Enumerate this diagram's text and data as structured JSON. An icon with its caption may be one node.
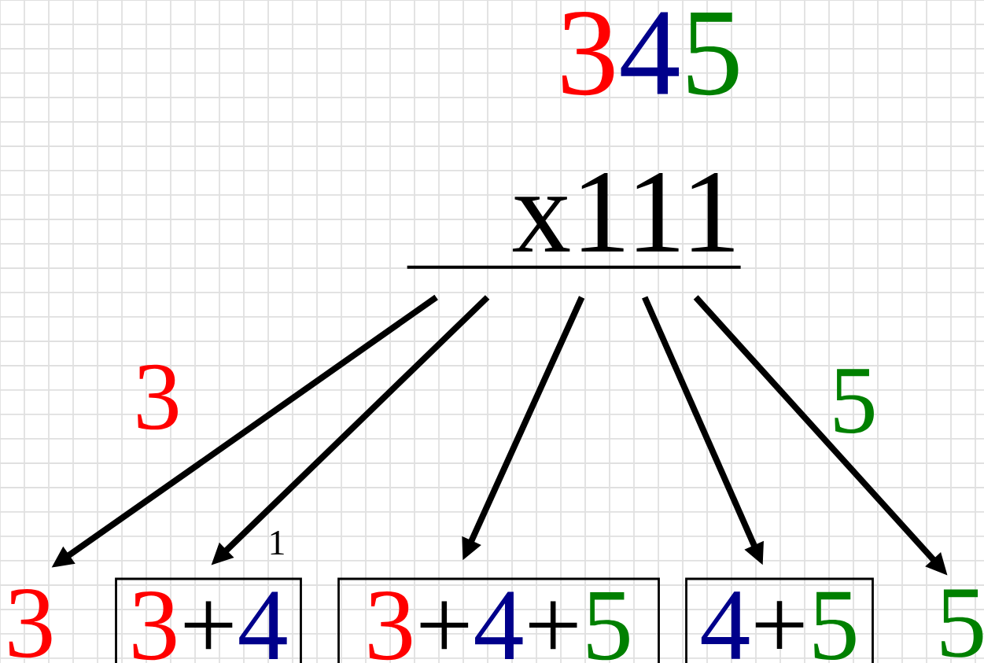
{
  "diagram": {
    "nodes": [
      {
        "text": [
          "x111"
        ]
      },
      {
        "text": [
          "3"
        ]
      },
      {
        "text": [
          "3+4"
        ],
        "beside": [
          "1"
        ]
      },
      {
        "text": [
          "3+4+5"
        ]
      },
      {
        "text": [
          "4+5"
        ]
      },
      {
        "text": [
          "5"
        ]
      }
    ],
    "edges": [
      {
        "from": 0,
        "to": 1,
        "arrow": "to",
        "label": "3"
      },
      {
        "from": 0,
        "to": 2,
        "arrow": "to"
      },
      {
        "from": 0,
        "to": 3,
        "arrow": "to"
      },
      {
        "from": 0,
        "to": 4,
        "arrow": "to"
      },
      {
        "from": 0,
        "to": 5,
        "arrow": "to",
        "label": "5"
      }
    ],
    "labels": [
      "345"
    ]
  }
}
